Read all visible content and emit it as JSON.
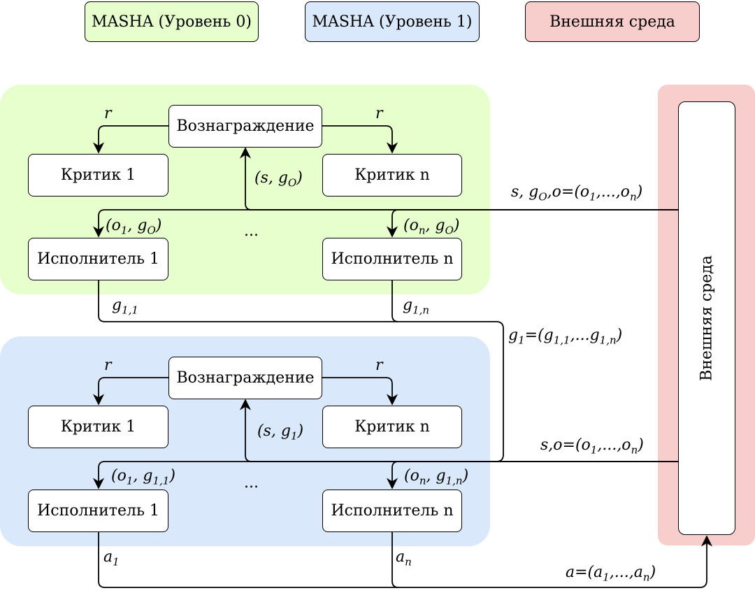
{
  "legend": {
    "level0": "MASHA (Уровень 0)",
    "level1": "MASHA (Уровень 1)",
    "env": "Внешняя среда"
  },
  "colors": {
    "level0": "#e6ffcc",
    "level1": "#dae8fc",
    "env": "#f8cecc"
  },
  "level0": {
    "reward": "Вознаграждение",
    "critic1": "Критик 1",
    "criticn": "Критик n",
    "actor1": "Исполнитель 1",
    "actorn": "Исполнитель n",
    "dots": "...",
    "r_left": "r",
    "r_right": "r",
    "in_reward": [
      "(s, g",
      "O",
      ")"
    ],
    "in_actor1": [
      "(o",
      "1",
      ", g",
      "O",
      ")"
    ],
    "in_actorn": [
      "(o",
      "n",
      ", g",
      "O",
      ")"
    ],
    "out1": [
      "g",
      "1,1"
    ],
    "outn": [
      "g",
      "1,n"
    ]
  },
  "level1": {
    "reward": "Вознаграждение",
    "critic1": "Критик 1",
    "criticn": "Критик n",
    "actor1": "Исполнитель 1",
    "actorn": "Исполнитель n",
    "dots": "...",
    "r_left": "r",
    "r_right": "r",
    "in_reward": [
      "(s, g",
      "1",
      ")"
    ],
    "in_actor1": [
      "(o",
      "1",
      ", g",
      "1,1",
      ")"
    ],
    "in_actorn": [
      "(o",
      "n",
      ", g",
      "1,n",
      ")"
    ],
    "out1": [
      "a",
      "1"
    ],
    "outn": [
      "a",
      "n"
    ]
  },
  "env": {
    "label": "Внешняя среда"
  },
  "signals": {
    "top": [
      "s, g",
      "O",
      ",o=(o",
      "1",
      ",...,o",
      "n",
      ")"
    ],
    "g1": [
      "g",
      "1",
      "=(g",
      "1,1",
      ",...g",
      "1,n",
      ")"
    ],
    "mid": [
      "s,o=(o",
      "1",
      ",...,o",
      "n",
      ")"
    ],
    "actions": [
      "a=(a",
      "1",
      ",...,a",
      "n",
      ")"
    ]
  }
}
